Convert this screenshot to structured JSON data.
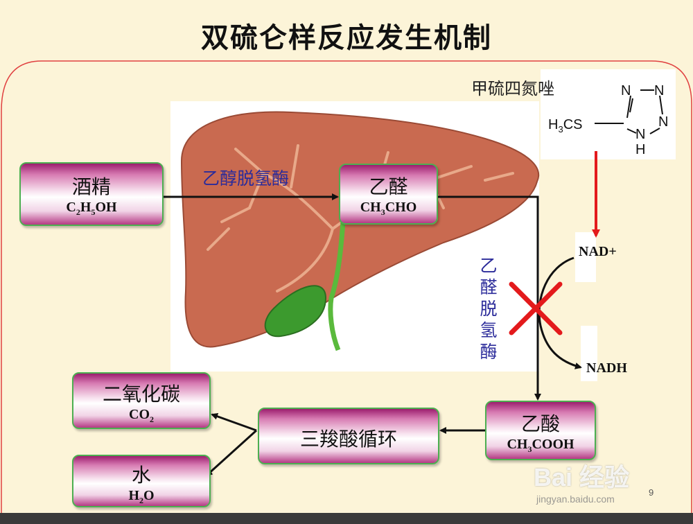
{
  "title": "双硫仑样反应发生机制",
  "inhibitor": {
    "name": "甲硫四氮唑",
    "n1": "N",
    "n2": "N",
    "n3": "N",
    "n4": "N",
    "h": "H",
    "methyl": "H3CS"
  },
  "boxes": {
    "ethanol": {
      "name": "酒精",
      "formula": [
        "C",
        "2",
        "H",
        "5",
        "OH"
      ]
    },
    "acetaldehyde": {
      "name": "乙醛",
      "formula": [
        "CH",
        "3",
        "CHO"
      ]
    },
    "acetic_acid": {
      "name": "乙酸",
      "formula": [
        "CH",
        "3",
        "COOH"
      ]
    },
    "tca": {
      "name": "三羧酸循环"
    },
    "co2": {
      "name": "二氧化碳",
      "formula": [
        "CO",
        "2"
      ]
    },
    "water": {
      "name": "水",
      "formula": [
        "H",
        "2",
        "O"
      ]
    }
  },
  "enzymes": {
    "adh": "乙醇脱氢酶",
    "aldh": [
      "乙",
      "醛",
      "脱",
      "氢",
      "酶"
    ]
  },
  "cofactors": {
    "nad": "NAD+",
    "nadh": "NADH"
  },
  "page_number": "9",
  "watermark": {
    "main": "Bai 经验",
    "sub": "jingyan.baidu.com"
  },
  "colors": {
    "inhibition": "#e31a1c",
    "liver": "#c96a50",
    "gallbladder": "#3c9a2e",
    "enzyme_text": "#2b2b9a"
  }
}
